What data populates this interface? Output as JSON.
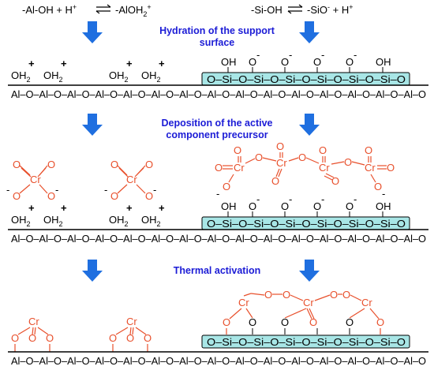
{
  "equations": {
    "left_lhs": "-Al-OH + H",
    "left_lhs_sup": "+",
    "left_rhs": "-AlOH",
    "left_rhs_sub": "2",
    "left_rhs_sup": "+",
    "right_lhs": "-Si-OH",
    "right_rhs": "-SiO",
    "right_rhs_sup": "-",
    "right_rhs_tail": " + H",
    "right_rhs_tail_sup": "+"
  },
  "steps": [
    {
      "title_line1": "Hydration of the support",
      "title_line2": "surface"
    },
    {
      "title_line1": "Deposition of the active",
      "title_line2": "component precursor"
    },
    {
      "title_line1": "Thermal activation",
      "title_line2": ""
    }
  ],
  "chain": {
    "text": "Al–O–Al–O–Al–O–Al–O–Al–O–Al–O–Al–O–Al–O–Al–O–Al–O–Al–O–Al–O–Al–O–Al–O–Al–O"
  },
  "silica": {
    "text": "O–Si–O–Si–O–Si–O–Si–O–Si–O–Si–O",
    "fill_color": "#a8e6e6"
  },
  "labels": {
    "oh2": "OH",
    "oh2_sub": "2",
    "plus": "+",
    "minus": "-",
    "oh": "OH",
    "o": "O",
    "cr": "Cr"
  },
  "colors": {
    "title_blue": "#1c1cd6",
    "arrow_blue": "#1f6fe0",
    "chromium_red": "#e8502c"
  }
}
